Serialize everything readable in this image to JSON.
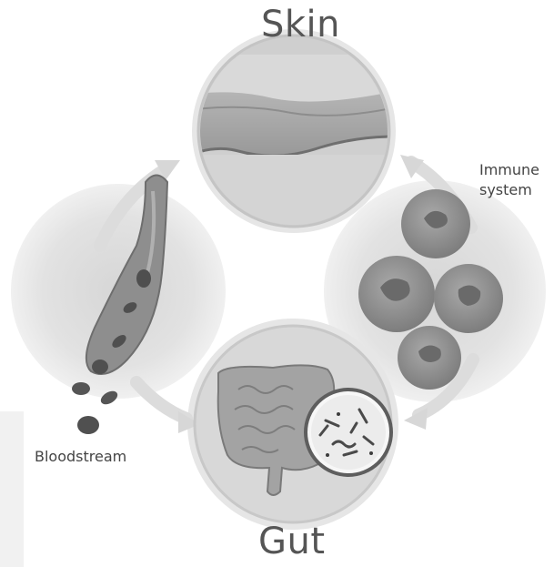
{
  "labels": {
    "skin": "Skin",
    "gut": "Gut",
    "immune_line1": "Immune",
    "immune_line2": "system",
    "bloodstream": "Bloodstream"
  },
  "nodes": [
    {
      "id": "skin",
      "icon": "skin-cross-section-icon"
    },
    {
      "id": "gut",
      "icon": "intestines-icon"
    },
    {
      "id": "immune-system",
      "icon": "immune-cells-icon"
    },
    {
      "id": "bloodstream",
      "icon": "blood-vessel-icon"
    },
    {
      "id": "microbiome",
      "icon": "microscope-bacteria-icon"
    }
  ],
  "colors": {
    "background": "#ffffff",
    "label": "#555555",
    "halo": "#e4e4e4",
    "cell_fill": "#8f8f8f",
    "vessel": "#8a8a8a"
  }
}
